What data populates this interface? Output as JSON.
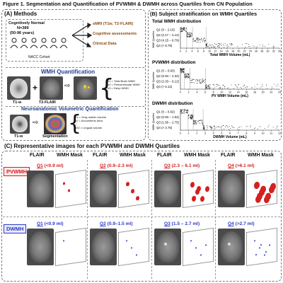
{
  "figure_title": "Figure 1. Segmentation and Quantification of PVWMH & DWMH across Quartiles from CN Population",
  "panel_a": {
    "title": "(A) Methods",
    "cohort_line1": "Cognitively Normal",
    "cohort_line2": "N=389",
    "cohort_line3": "(50-96 years)",
    "cohort_caption": "NACC Cohort",
    "outputs": [
      "sMRI (T1w, T2-FLAIR)",
      "Cognitive assessments",
      "Clinical Data"
    ],
    "wmh_heading": "WMH Quantification",
    "t1_label": "T1-w",
    "flair_label": "T2-FLAIR",
    "wmh_params": [
      "n1 = Total Brain WMH",
      "n2 = Periventricular WMH",
      "n3 = Deep WMH"
    ],
    "neuro_heading": "Neuroanatomic Volumetric Quantification",
    "t1_label2": "T1-w",
    "seg_label": "Segmentation",
    "neuro_params": [
      "n1 = Gray matter volume",
      "n2 = Accumbens area",
      "⋮",
      "n92 = Lingual volume"
    ]
  },
  "panel_b": {
    "title": "(B) Subject stratification on WMH Quartiles",
    "ylabel": "WMH Quartiles"
  },
  "chart_data": [
    {
      "type": "scatter",
      "title": "Total WMH distribution",
      "xlabel": "Total WMH Volume (mL)",
      "xticks": [
        0,
        2,
        4,
        6,
        8,
        10,
        12,
        14,
        16,
        18,
        20,
        22,
        24,
        26,
        28,
        30,
        32,
        34
      ],
      "xlim": [
        0,
        34
      ],
      "series": [
        {
          "name": "Q1 (0 – 2.16)",
          "range": [
            0,
            2.16
          ]
        },
        {
          "name": "Q2 (2.17 – 4.14)",
          "range": [
            2.17,
            4.14
          ]
        },
        {
          "name": "Q3 (4.15 – 8.79)",
          "range": [
            4.15,
            8.79
          ]
        },
        {
          "name": "Q4 (> 8.79)",
          "range": [
            8.79,
            34
          ]
        }
      ]
    },
    {
      "type": "scatter",
      "title": "PVWMH distribution",
      "xlabel": "PV WMH Volume (mL)",
      "xticks": [
        0,
        2,
        4,
        6,
        8,
        10,
        12,
        14,
        16,
        18,
        20,
        22,
        24
      ],
      "xlim": [
        0,
        24
      ],
      "series": [
        {
          "name": "Q1 (0 – 0.93)",
          "range": [
            0,
            0.93
          ]
        },
        {
          "name": "Q2 (0.94 – 2.32)",
          "range": [
            0.94,
            2.32
          ]
        },
        {
          "name": "Q3 (2.33 – 6.12)",
          "range": [
            2.33,
            6.12
          ]
        },
        {
          "name": "Q4 (> 6.12)",
          "range": [
            6.12,
            24
          ]
        }
      ]
    },
    {
      "type": "scatter",
      "title": "DWMH distribution",
      "xlabel": "DWMH Volume (mL)",
      "xticks": [
        0,
        1,
        2,
        3,
        4,
        5,
        6,
        7,
        8,
        9,
        10,
        11,
        12
      ],
      "xlim": [
        0,
        12
      ],
      "series": [
        {
          "name": "Q1 (0 – 0.92)",
          "range": [
            0,
            0.92
          ]
        },
        {
          "name": "Q2 (0.93 – 1.54)",
          "range": [
            0.93,
            1.54
          ]
        },
        {
          "name": "Q3 (1.55 – 2.75)",
          "range": [
            1.55,
            2.75
          ]
        },
        {
          "name": "Q4 (> 2.75)",
          "range": [
            2.75,
            12
          ]
        }
      ]
    }
  ],
  "panel_c": {
    "title": "(C) Representative images for each PVWMH and DWMH Quartiles",
    "col_flair": "FLAIR",
    "col_mask": "WMH Mask",
    "pv_label": "PVWMH",
    "dw_label": "DWMH",
    "pv_quartiles": [
      {
        "q": "Q1",
        "range": "(<0.9 ml)"
      },
      {
        "q": "Q2",
        "range": "(0.9–2.3 ml)"
      },
      {
        "q": "Q3",
        "range": "(2.3 – 6.1 ml)"
      },
      {
        "q": "Q4",
        "range": "(>6.1 ml)"
      }
    ],
    "dw_quartiles": [
      {
        "q": "Q1",
        "range": "(<0.9 ml)"
      },
      {
        "q": "Q2",
        "range": "(0.9–1.5 ml)"
      },
      {
        "q": "Q3",
        "range": "(1.5 – 2.7 ml)"
      },
      {
        "q": "Q4",
        "range": "(>2.7 ml)"
      }
    ]
  },
  "colors": {
    "pv_red": "#d32121",
    "dw_blue": "#2c3bc8",
    "heading_blue": "#1f3f8f",
    "output_brown": "#8a4b12"
  }
}
